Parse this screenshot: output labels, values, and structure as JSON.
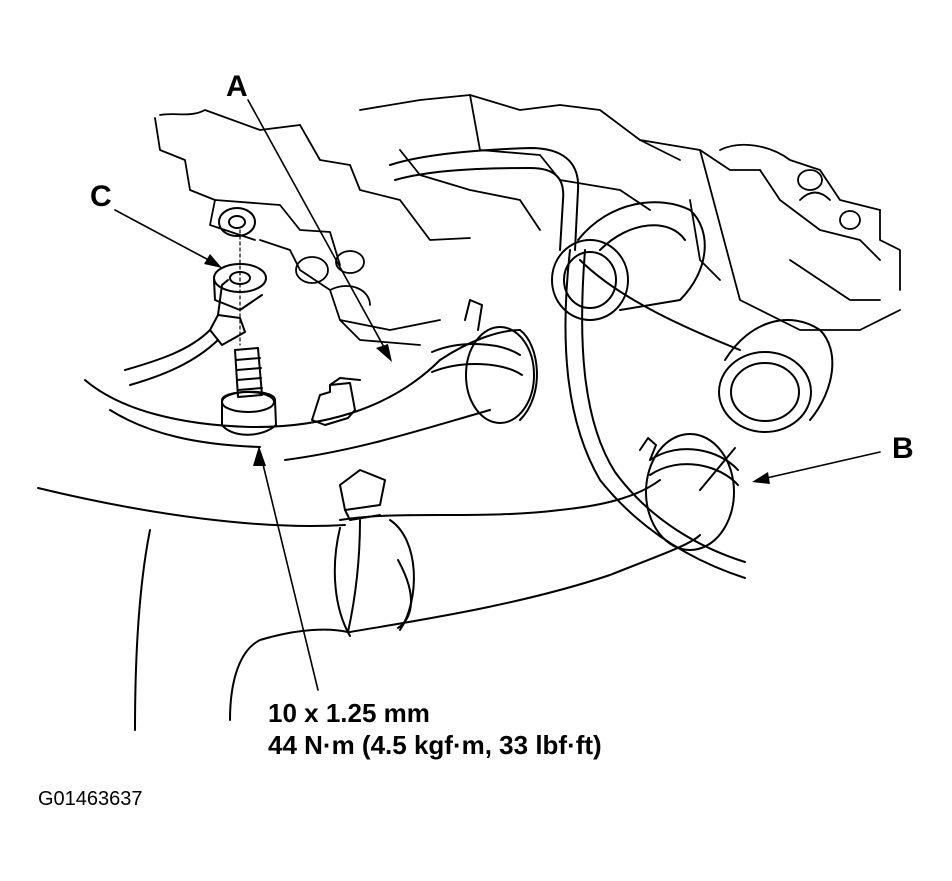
{
  "callouts": {
    "a": "A",
    "b": "B",
    "c": "C"
  },
  "spec": {
    "bolt_size": "10 x 1.25 mm",
    "torque": "44 N·m (4.5 kgf·m, 33 lbf·ft)"
  },
  "figure_id": "G01463637"
}
